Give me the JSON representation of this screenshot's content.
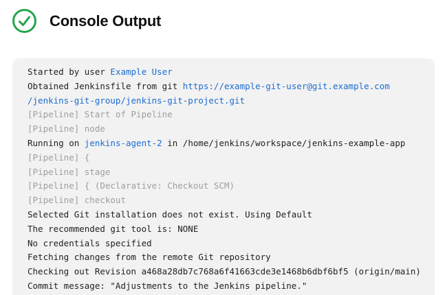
{
  "header": {
    "title": "Console Output",
    "status_icon": "success-check-circle"
  },
  "theme": {
    "page_background": "#ffffff",
    "console_background": "#f2f2f2",
    "text_color": "#1f1f1f",
    "muted_color": "#9e9e9e",
    "link_color": "#1d6cd0",
    "success_green": "#23a54c"
  },
  "console": {
    "lines": [
      {
        "segments": [
          {
            "text": "Started by user ",
            "style": "plain"
          },
          {
            "text": "Example User",
            "style": "link"
          }
        ]
      },
      {
        "segments": [
          {
            "text": "Obtained Jenkinsfile from git ",
            "style": "plain"
          },
          {
            "text": "https://example-git-user@git.example.com",
            "style": "link"
          }
        ]
      },
      {
        "segments": [
          {
            "text": "/jenkins-git-group/jenkins-git-project.git",
            "style": "link"
          }
        ]
      },
      {
        "segments": [
          {
            "text": "[Pipeline] Start of Pipeline",
            "style": "gray"
          }
        ]
      },
      {
        "segments": [
          {
            "text": "[Pipeline] node",
            "style": "gray"
          }
        ]
      },
      {
        "segments": [
          {
            "text": "Running on ",
            "style": "plain"
          },
          {
            "text": "jenkins-agent-2",
            "style": "link"
          },
          {
            "text": " in /home/jenkins/workspace/jenkins-example-app",
            "style": "plain"
          }
        ]
      },
      {
        "segments": [
          {
            "text": "[Pipeline] {",
            "style": "gray"
          }
        ]
      },
      {
        "segments": [
          {
            "text": "[Pipeline] stage",
            "style": "gray"
          }
        ]
      },
      {
        "segments": [
          {
            "text": "[Pipeline] { (Declarative: Checkout SCM)",
            "style": "gray"
          }
        ]
      },
      {
        "segments": [
          {
            "text": "[Pipeline] checkout",
            "style": "gray"
          }
        ]
      },
      {
        "segments": [
          {
            "text": "Selected Git installation does not exist. Using Default",
            "style": "plain"
          }
        ]
      },
      {
        "segments": [
          {
            "text": "The recommended git tool is: NONE",
            "style": "plain"
          }
        ]
      },
      {
        "segments": [
          {
            "text": "No credentials specified",
            "style": "plain"
          }
        ]
      },
      {
        "segments": [
          {
            "text": "Fetching changes from the remote Git repository",
            "style": "plain"
          }
        ]
      },
      {
        "segments": [
          {
            "text": "Checking out Revision a468a28db7c768a6f41663cde3e1468b6dbf6bf5 (origin/main)",
            "style": "plain"
          }
        ]
      },
      {
        "segments": [
          {
            "text": "Commit message: \"Adjustments to the Jenkins pipeline.\"",
            "style": "plain"
          }
        ]
      }
    ]
  }
}
